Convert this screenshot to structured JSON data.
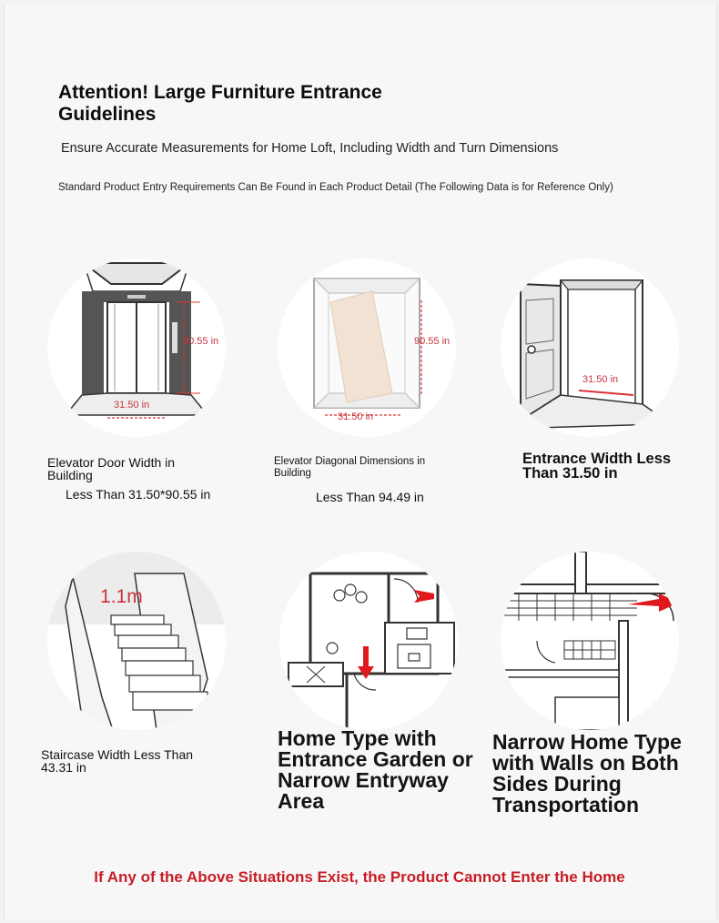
{
  "header": {
    "title": "Attention! Large Furniture Entrance Guidelines",
    "subtitle": "Ensure Accurate Measurements for Home Loft, Including Width and Turn Dimensions",
    "note": "Standard Product Entry Requirements Can Be Found in Each Product Detail (The Following Data is for Reference Only)"
  },
  "cards": [
    {
      "caption": "Elevator Door Width in Building",
      "value": "Less Than 31.50*90.55 in",
      "dim_height": "90.55 in",
      "dim_width": "31.50 in"
    },
    {
      "caption": "Elevator Diagonal Dimensions in Building",
      "value": "Less Than 94.49 in",
      "dim_height": "90.55 in",
      "dim_width": "31.50 in"
    },
    {
      "caption": "Entrance Width Less Than 31.50 in",
      "dim_width": "31.50 in"
    },
    {
      "caption": "Staircase Width Less Than 43.31 in",
      "dim_label": "1.1m"
    },
    {
      "caption": "Home Type with Entrance Garden or Narrow Entryway Area"
    },
    {
      "caption": "Narrow Home Type with Walls on Both Sides During Transportation"
    }
  ],
  "footer": {
    "warning": "If Any of the Above Situations Exist, the Product Cannot Enter the Home"
  },
  "colors": {
    "accent_red": "#c81d25",
    "dimension_red": "#c8333b",
    "arrow_red": "#e0191e"
  }
}
